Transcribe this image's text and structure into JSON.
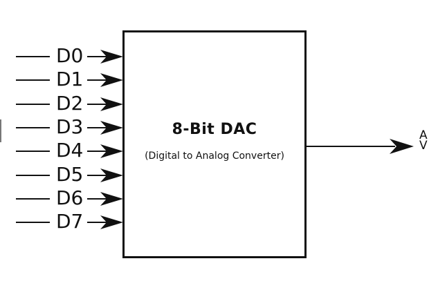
{
  "diagram": {
    "box": {
      "title": "8-Bit DAC",
      "subtitle": "(Digital to Analog Converter)"
    },
    "inputs": [
      {
        "label": "D0"
      },
      {
        "label": "D1"
      },
      {
        "label": "D2"
      },
      {
        "label": "D3"
      },
      {
        "label": "D4"
      },
      {
        "label": "D5"
      },
      {
        "label": "D6"
      },
      {
        "label": "D7"
      }
    ],
    "output": {
      "line1": "A",
      "line2": "V"
    },
    "colors": {
      "line": "#111111",
      "text": "#111111",
      "background": "#ffffff"
    }
  }
}
